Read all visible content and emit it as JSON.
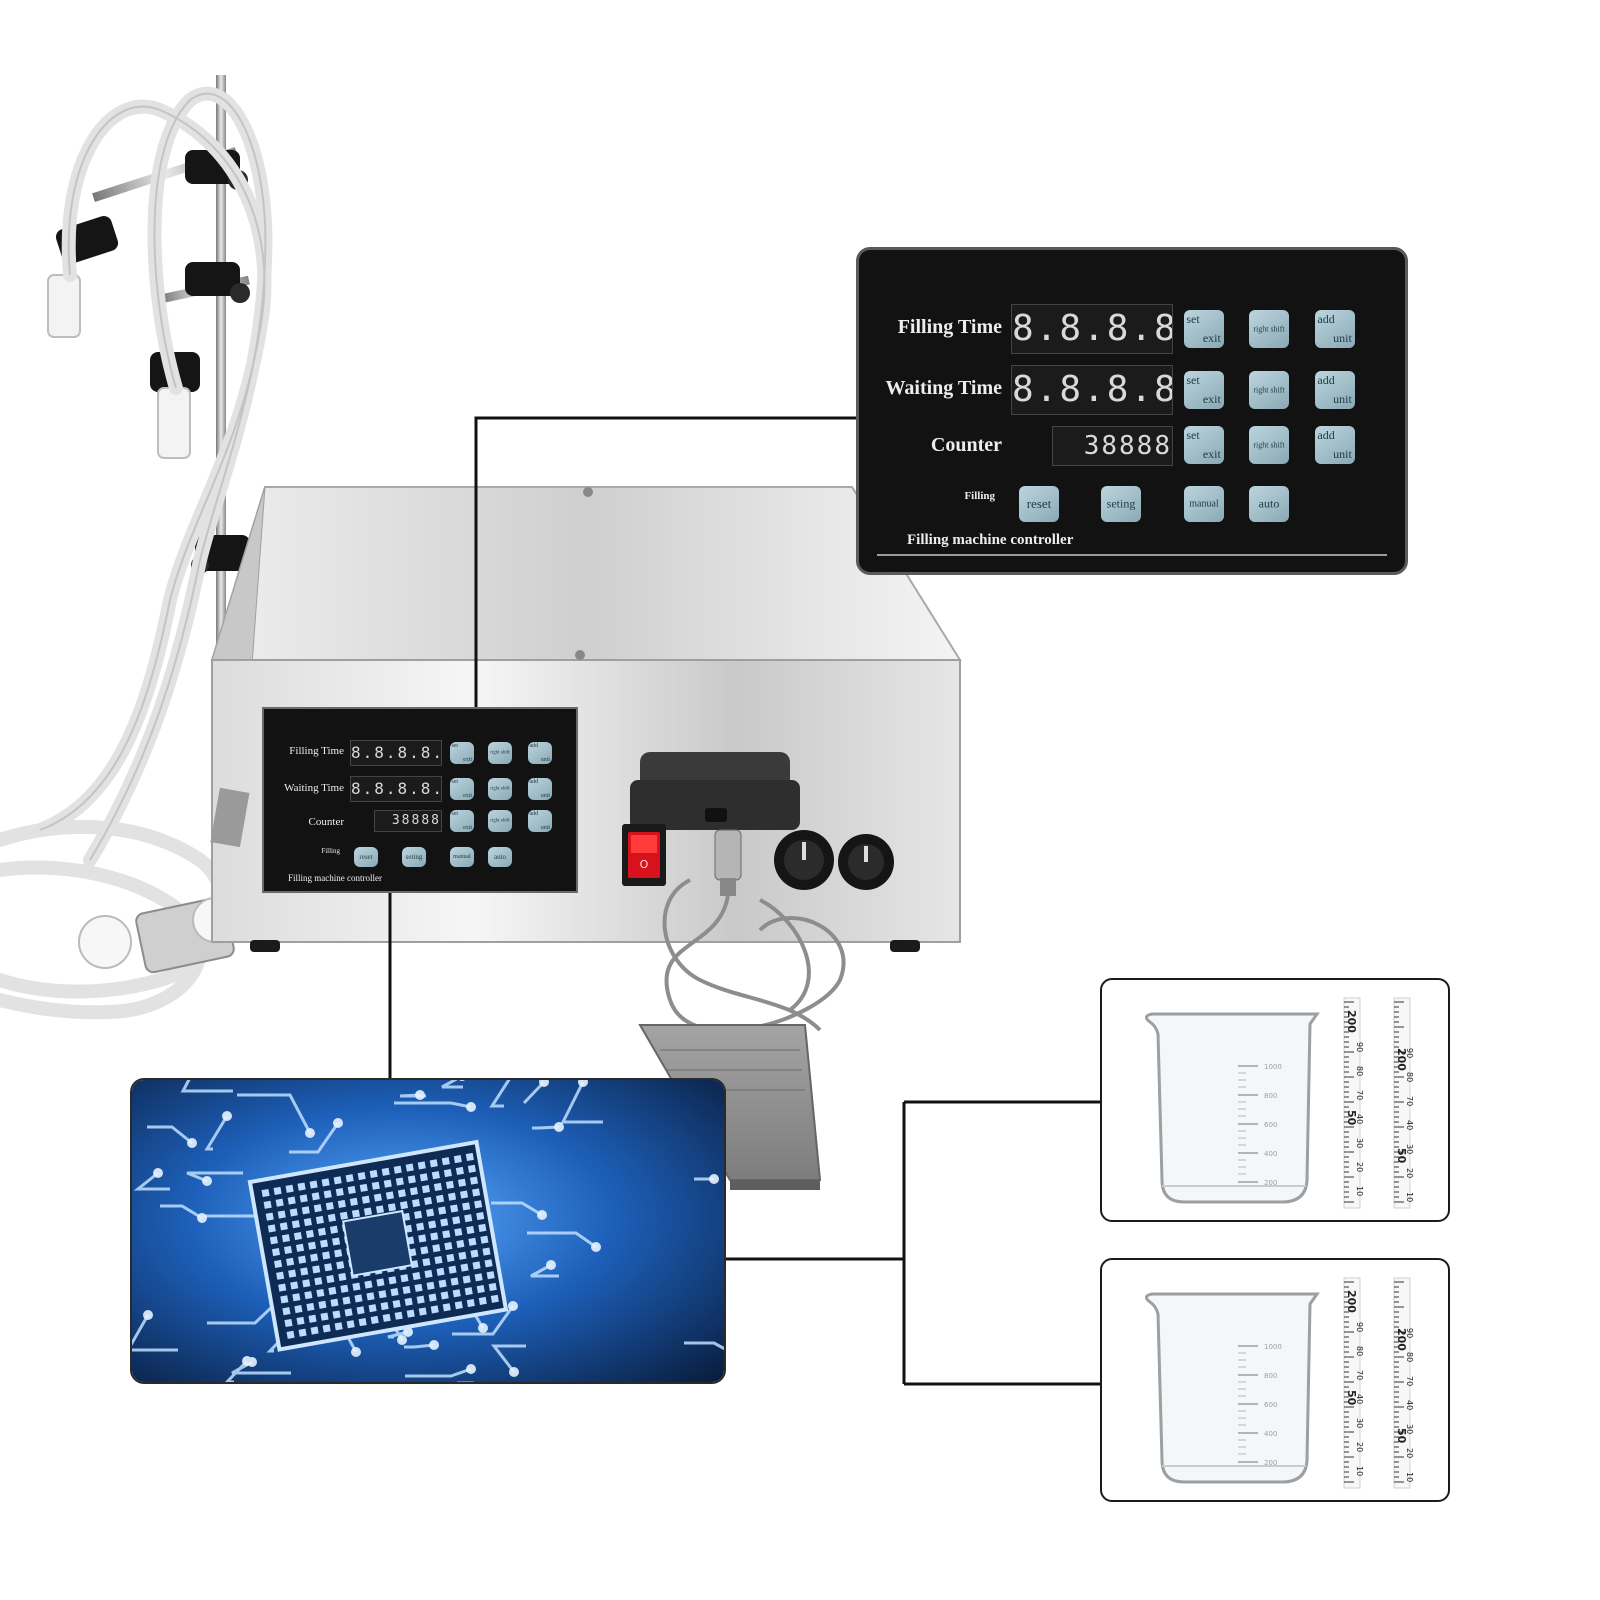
{
  "controller": {
    "rows": [
      {
        "label": "Filling Time",
        "display": "8.8.8.8."
      },
      {
        "label": "Waiting Time",
        "display": "8.8.8.8."
      },
      {
        "label": "Counter",
        "display": "38888"
      }
    ],
    "keys": {
      "set_top": "set",
      "set_bottom": "exit",
      "right_shift": "right shift",
      "add_top": "add",
      "add_bottom": "unit"
    },
    "filling_label": "Filling",
    "buttons": [
      "reset",
      "seting",
      "manual",
      "auto"
    ],
    "footer": "Filling machine controller"
  },
  "beaker": {
    "scale": [
      "1000",
      "800",
      "600",
      "400",
      "200"
    ],
    "ruler_big": [
      "200",
      "50",
      "200",
      "50"
    ],
    "ruler_small": [
      "90",
      "80",
      "70",
      "40",
      "30",
      "20",
      "10"
    ]
  },
  "power_switch": {
    "glyph": "O"
  },
  "colors": {
    "panel_bg": "#121212",
    "key_blue": "#a8c4cf",
    "steel": "#d8d8d8",
    "circuit_blue": "#1f6fd1",
    "switch_red": "#d8121c",
    "connector_line": "#111111"
  }
}
